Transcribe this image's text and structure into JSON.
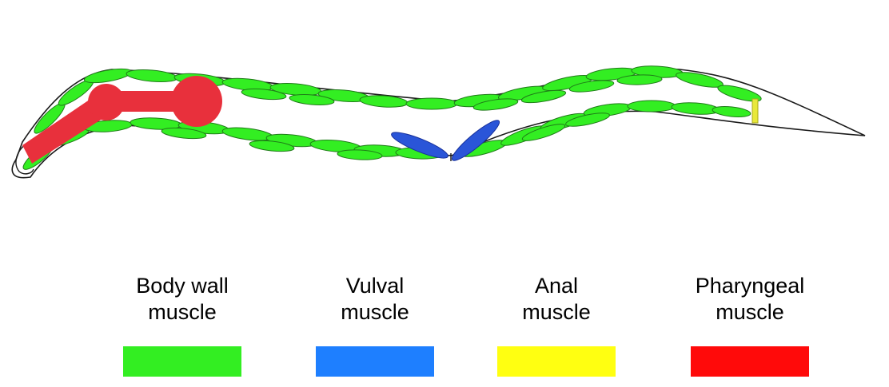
{
  "legend": [
    {
      "line1": "Body wall",
      "line2": "muscle",
      "color": "#33ee22"
    },
    {
      "line1": "Vulval",
      "line2": "muscle",
      "color": "#1e7fff"
    },
    {
      "line1": "Anal",
      "line2": "muscle",
      "color": "#ffff11"
    },
    {
      "line1": "Pharyngeal",
      "line2": "muscle",
      "color": "#ff0a0a"
    }
  ],
  "colors": {
    "body_wall": "#33ee22",
    "vulval": "#2a55d8",
    "anal": "#e8e83a",
    "pharyngeal": "#e8303c",
    "outline": "#1a1a1a"
  }
}
